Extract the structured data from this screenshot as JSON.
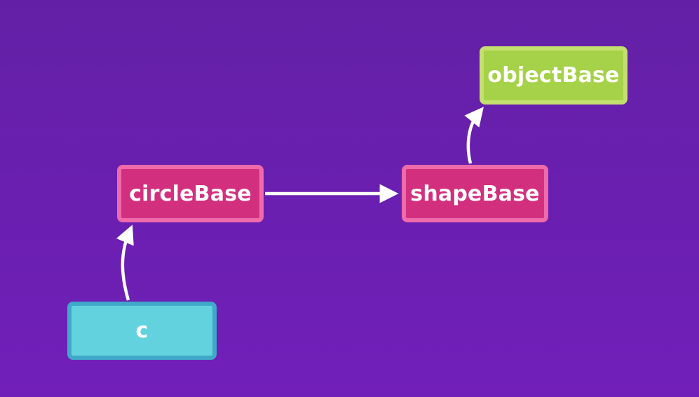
{
  "diagram": {
    "nodes": {
      "c": {
        "label": "c",
        "color": "#63d2df"
      },
      "circleBase": {
        "label": "circleBase",
        "color": "#d2307f"
      },
      "shapeBase": {
        "label": "shapeBase",
        "color": "#d2307f"
      },
      "objectBase": {
        "label": "objectBase",
        "color": "#a5d248"
      }
    },
    "edges": [
      {
        "from": "c",
        "to": "circleBase"
      },
      {
        "from": "circleBase",
        "to": "shapeBase"
      },
      {
        "from": "shapeBase",
        "to": "objectBase"
      }
    ],
    "arrow_color": "#ffffff"
  }
}
